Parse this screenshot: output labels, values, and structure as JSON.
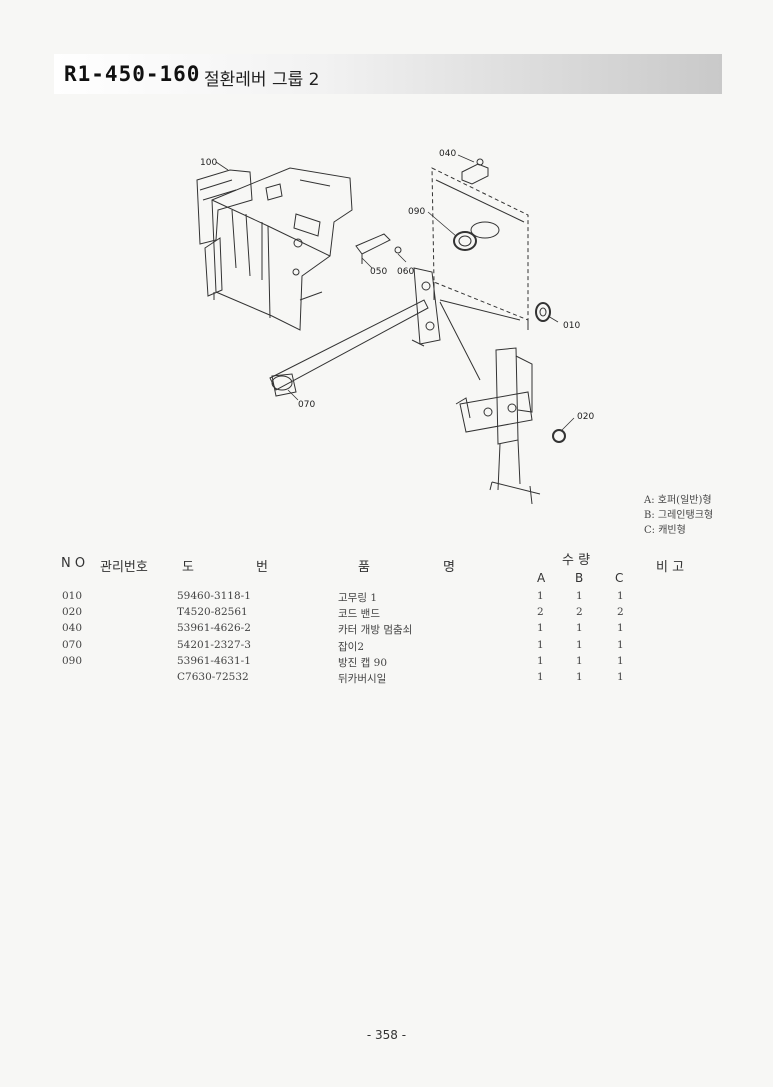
{
  "header": {
    "code": "R1-450-160",
    "title": "절환레버 그룹 2"
  },
  "callouts": {
    "c100": "100",
    "c040": "040",
    "c090": "090",
    "c050": "050",
    "c060": "060",
    "c010": "010",
    "c070": "070",
    "c020": "020"
  },
  "legend": [
    "A: 호퍼(일반)형",
    "B: 그레인탱크형",
    "C: 캐빈형"
  ],
  "table": {
    "headers": {
      "no": "N O",
      "mgmt": "관리번호",
      "drawing_a": "도",
      "drawing_b": "번",
      "name_a": "품",
      "name_b": "명",
      "qty": "수 량",
      "remark": "비 고"
    },
    "qty_cols": [
      "A",
      "B",
      "C"
    ],
    "rows": [
      {
        "no": "010",
        "part": "59460-3118-1",
        "desc": "고무링 1",
        "a": "1",
        "b": "1",
        "c": "1"
      },
      {
        "no": "020",
        "part": "T4520-82561",
        "desc": "코드 밴드",
        "a": "2",
        "b": "2",
        "c": "2"
      },
      {
        "no": "040",
        "part": "53961-4626-2",
        "desc": "카터 개방 멈춤쇠",
        "a": "1",
        "b": "1",
        "c": "1"
      },
      {
        "no": "070",
        "part": "54201-2327-3",
        "desc": "잡이2",
        "a": "1",
        "b": "1",
        "c": "1"
      },
      {
        "no": "090",
        "part": "53961-4631-1",
        "desc": "방진 캡 90",
        "a": "1",
        "b": "1",
        "c": "1"
      },
      {
        "no": "",
        "part": "C7630-72532",
        "desc": "뒤카버시일",
        "a": "1",
        "b": "1",
        "c": "1"
      }
    ]
  },
  "page_number": "- 358 -"
}
